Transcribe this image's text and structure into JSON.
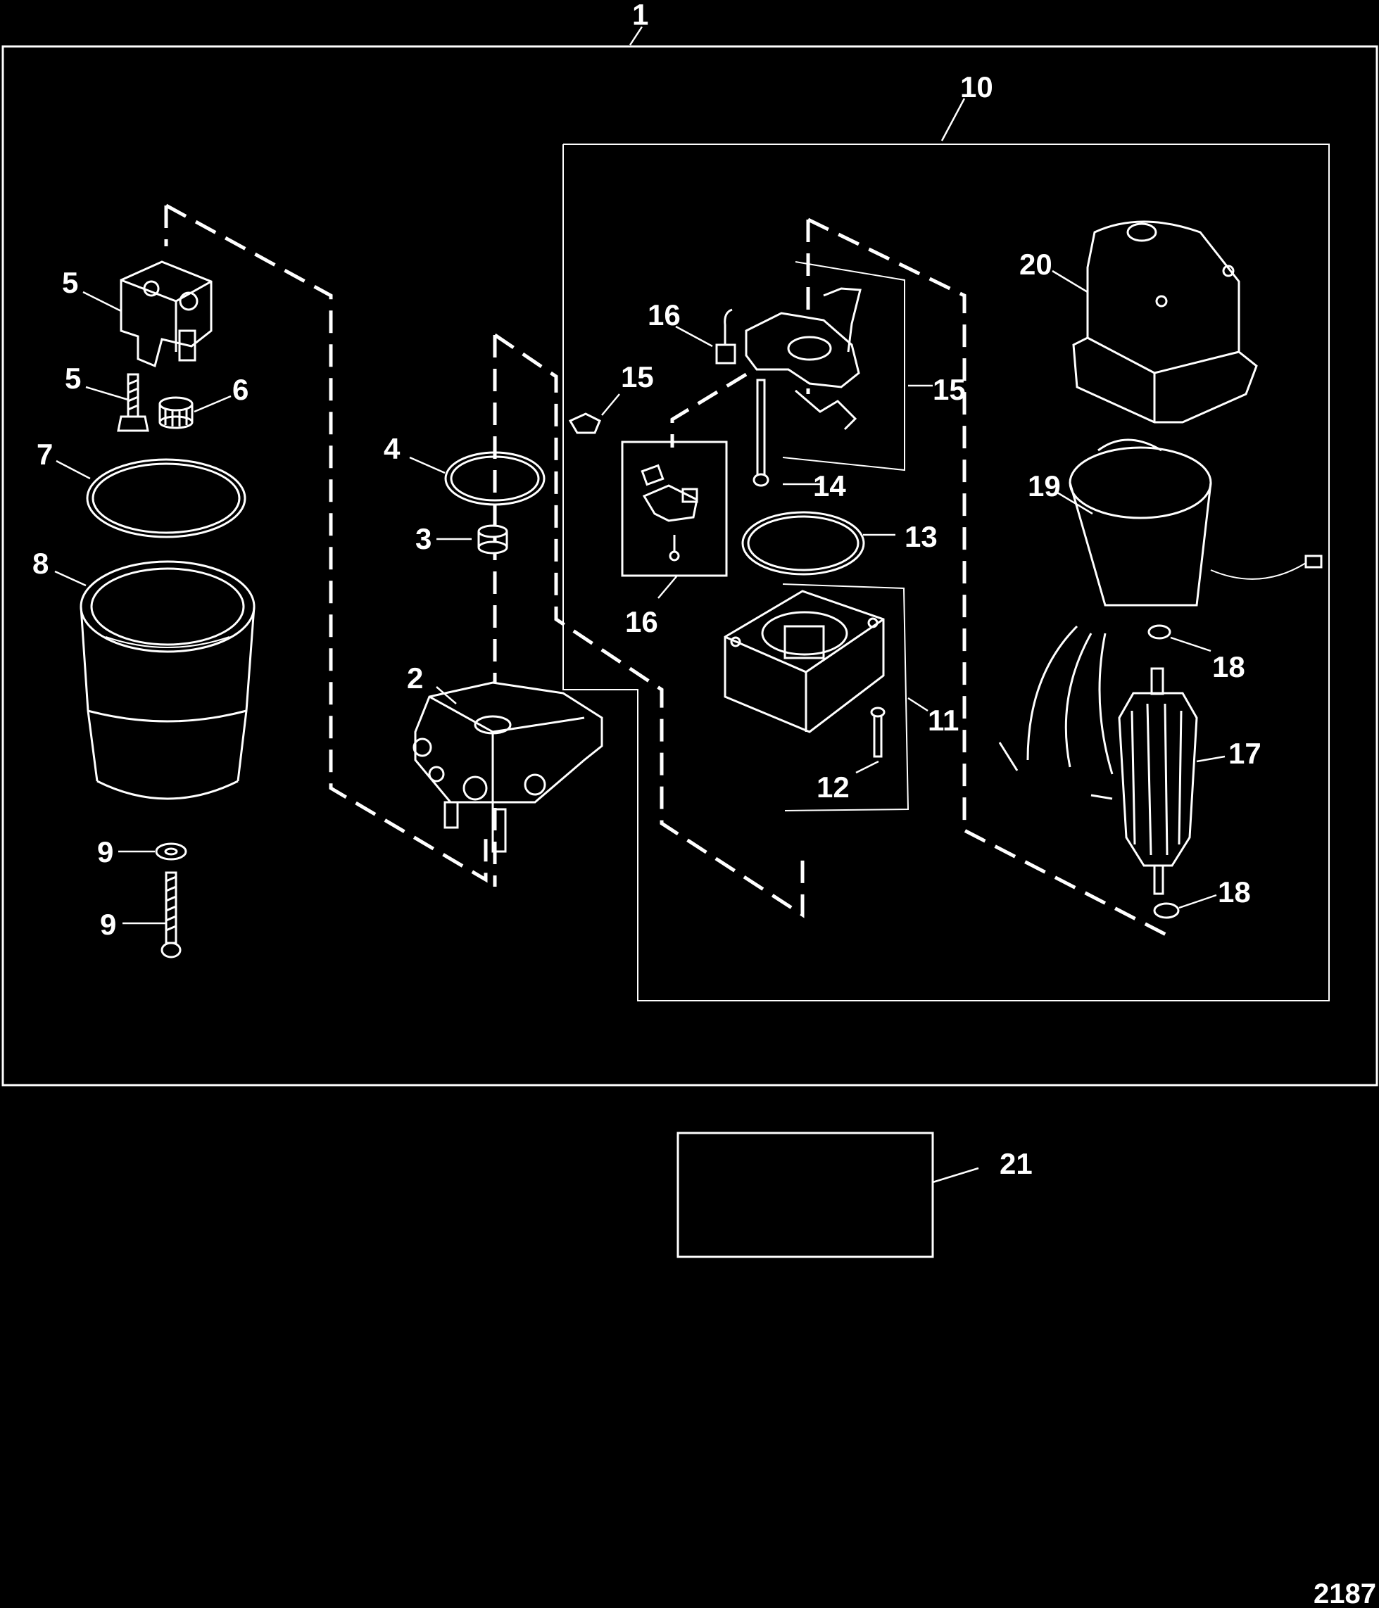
{
  "diagram": {
    "figure_number": "2187",
    "callouts": {
      "c1": "1",
      "c2": "2",
      "c3": "3",
      "c4": "4",
      "c5a": "5",
      "c5b": "5",
      "c6": "6",
      "c7": "7",
      "c8": "8",
      "c9a": "9",
      "c9b": "9",
      "c10": "10",
      "c11": "11",
      "c12": "12",
      "c13": "13",
      "c14": "14",
      "c15a": "15",
      "c15b": "15",
      "c16a": "16",
      "c16b": "16",
      "c17": "17",
      "c18a": "18",
      "c18b": "18",
      "c19": "19",
      "c20": "20",
      "c21": "21"
    }
  }
}
